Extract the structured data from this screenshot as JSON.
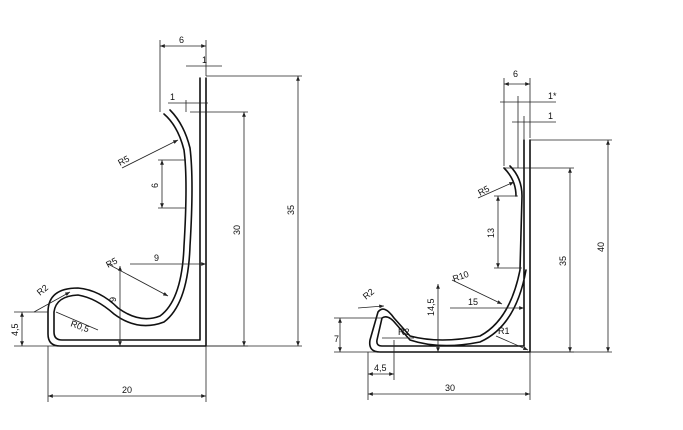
{
  "left_profile": {
    "dimensions": {
      "top_width": "6",
      "thickness_top": "1",
      "thickness_mid": "1",
      "radius_upper": "R5",
      "vertical_six": "6",
      "inner_height": "30",
      "overall_height": "35",
      "radius_lower": "R5",
      "horizontal_nine": "9",
      "vertical_nine": "9",
      "radius_hook": "R2",
      "radius_tip": "R0,5",
      "hook_height": "4,5",
      "overall_width": "20"
    }
  },
  "right_profile": {
    "dimensions": {
      "top_width": "6",
      "thickness_starred": "1*",
      "thickness": "1",
      "radius_upper": "R5",
      "vertical_thirteen": "13",
      "inner_height": "35",
      "overall_height": "40",
      "radius_large": "R10",
      "horizontal_fifteen": "15",
      "height_fourteen_five": "14,5",
      "radius_hook": "R2",
      "radius_inner": "R2",
      "radius_corner": "R1",
      "hook_height": "7",
      "hook_width": "4,5",
      "overall_width": "30"
    }
  }
}
